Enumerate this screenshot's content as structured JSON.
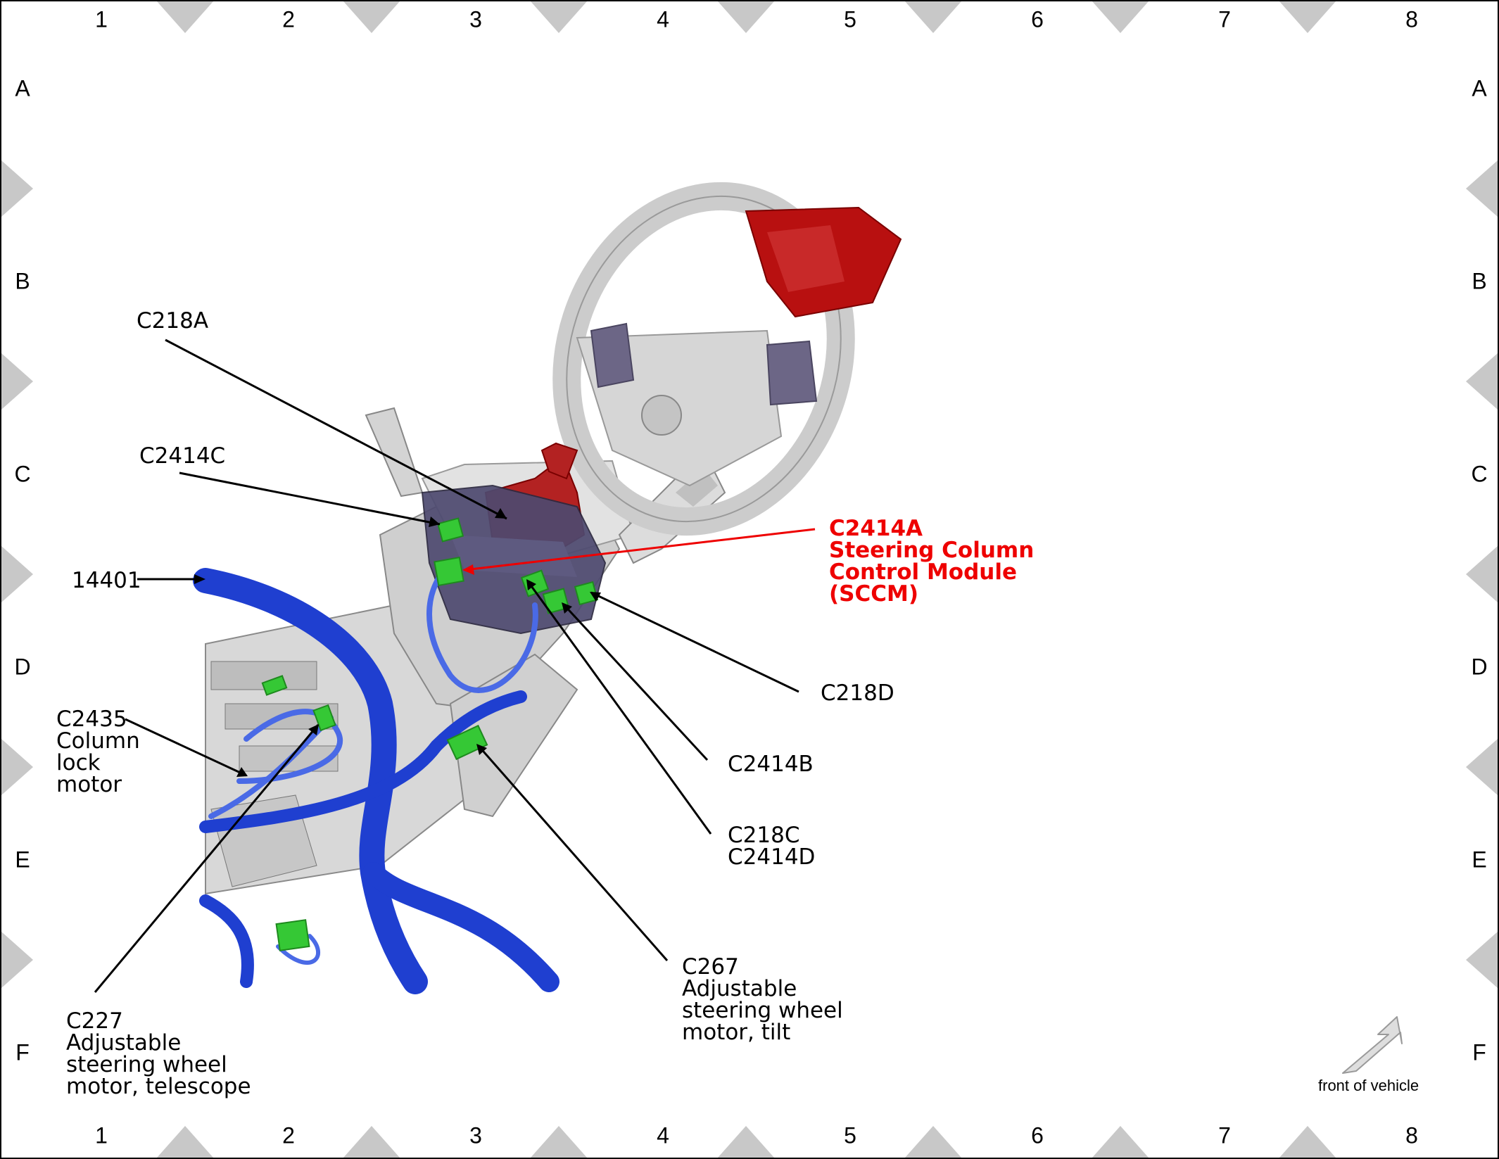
{
  "grid": {
    "columns": [
      "1",
      "2",
      "3",
      "4",
      "5",
      "6",
      "7",
      "8"
    ],
    "rows": [
      "A",
      "B",
      "C",
      "D",
      "E",
      "F"
    ]
  },
  "colors": {
    "harness": "#1f3fd0",
    "connector": "#35c835",
    "module": "#4e4a70",
    "airbag": "#b81010",
    "column": "#c9c9c9",
    "highlight": "#ee0000"
  },
  "callouts": {
    "c218a": [
      "C218A"
    ],
    "c2414c": [
      "C2414C"
    ],
    "c2414a": [
      "C2414A",
      "Steering Column",
      "Control Module",
      "(SCCM)"
    ],
    "n14401": [
      "14401"
    ],
    "c218d": [
      "C218D"
    ],
    "c2414b": [
      "C2414B"
    ],
    "c218c": [
      "C218C",
      "C2414D"
    ],
    "c2435": [
      "C2435",
      "Column",
      "lock",
      "motor"
    ],
    "c267": [
      "C267",
      "Adjustable",
      "steering wheel",
      "motor, tilt"
    ],
    "c227": [
      "C227",
      "Adjustable",
      "steering wheel",
      "motor, telescope"
    ]
  },
  "orientation": {
    "label": "front of vehicle",
    "icon": "front-of-vehicle-arrow-icon"
  }
}
